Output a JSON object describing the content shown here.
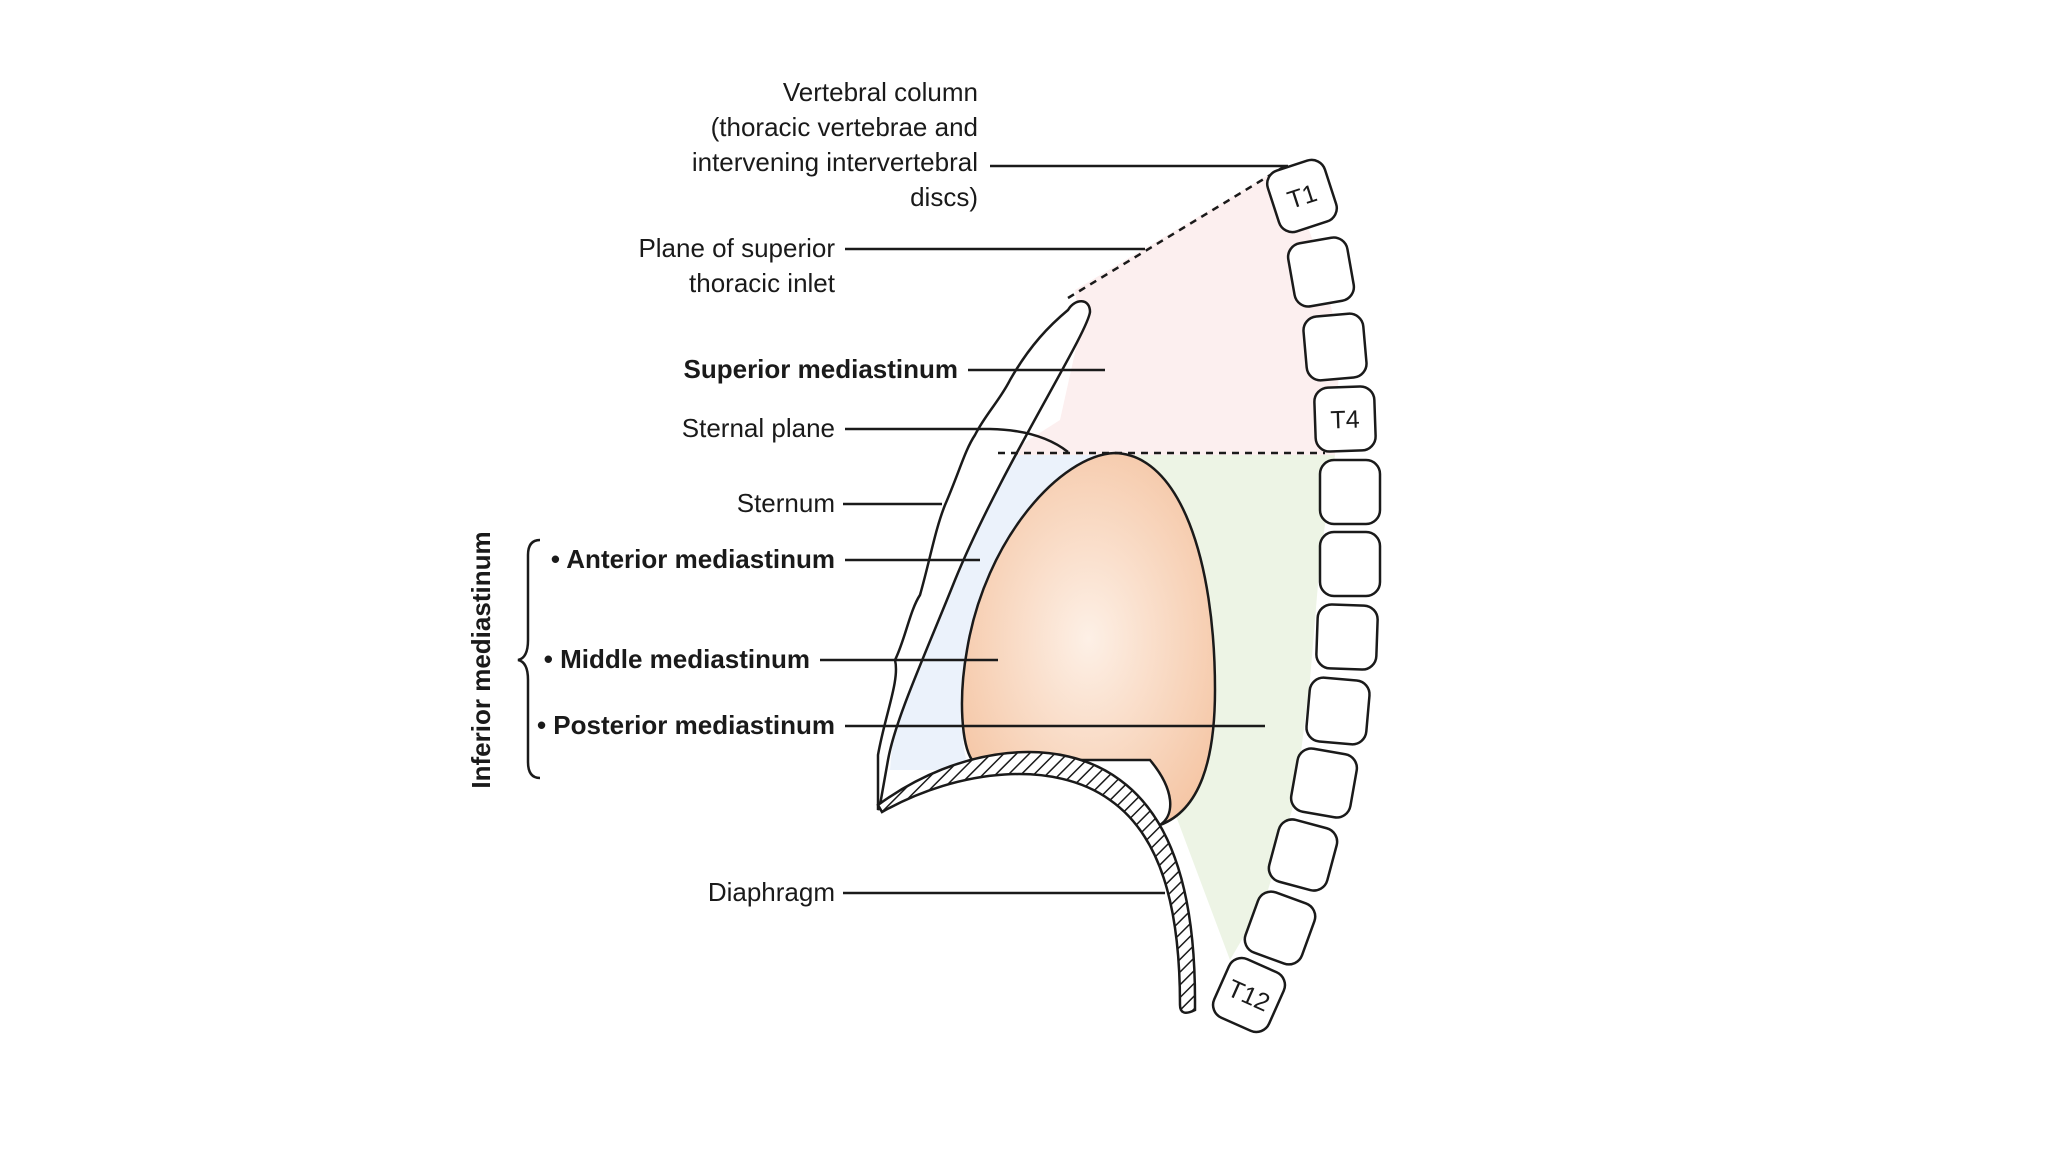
{
  "labels": {
    "vertebral_column_lines": [
      "Vertebral column",
      "(thoracic vertebrae and",
      "intervening intervertebral",
      "discs)"
    ],
    "plane_superior_lines": [
      "Plane of superior",
      "thoracic inlet"
    ],
    "superior_mediastinum": "Superior mediastinum",
    "sternal_plane": "Sternal plane",
    "sternum": "Sternum",
    "anterior_mediastinum": "• Anterior mediastinum",
    "middle_mediastinum": "• Middle mediastinum",
    "posterior_mediastinum": "• Posterior mediastinum",
    "diaphragm": "Diaphragm",
    "inferior_mediastinum": "Inferior mediastinum"
  },
  "vertebrae": [
    "T1",
    "",
    "",
    "T4",
    "",
    "",
    "",
    "",
    "",
    "",
    "",
    "T12"
  ],
  "colors": {
    "superior_region": "#fbeaea",
    "anterior_region": "#e8f0fa",
    "posterior_region": "#eaf2e2",
    "heart_center": "#fdeee2",
    "heart_edge": "#f5c8a8",
    "outline": "#1a1a1a"
  }
}
